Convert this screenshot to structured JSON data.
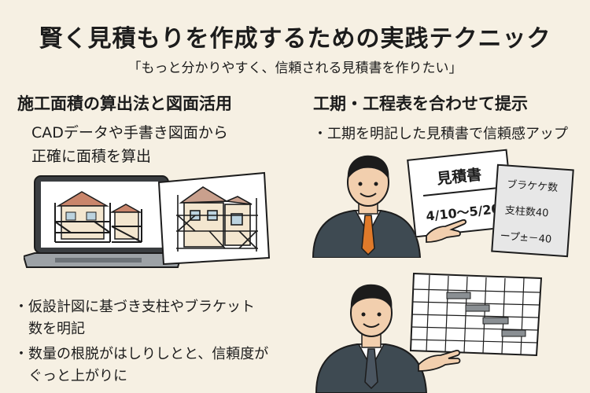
{
  "header": {
    "title": "賢く見積もりを作成するための実践テクニック",
    "subtitle": "「もっと分かりやすく、信頼される見積書を作りたい」"
  },
  "left_section": {
    "heading": "施工面積の算出法と図面活用",
    "desc_line1": "CADデータや手書き図面から",
    "desc_line2": "正確に面積を算出",
    "bullets": [
      {
        "line1": "・仮設計図に基づき支柱やブラケット",
        "line2": "数を明記"
      },
      {
        "line1": "・数量の根脱がはしりしとと、信頼度が",
        "line2": "ぐっと上がりに"
      }
    ]
  },
  "right_section": {
    "heading": "工期・工程表を合わせて提示",
    "bullet": "・工期を明記した見積書で信頼感アップ",
    "estimate_card": {
      "title": "見積書",
      "period": "4/10～5/20"
    },
    "detail_card": {
      "line1": "ブラケケ数",
      "line2": "支柱数40",
      "line3": "ープ±－40"
    }
  },
  "colors": {
    "background": "#f6f0e3",
    "text": "#1c1c1c",
    "roof": "#c9856b",
    "house_wall": "#f3e6cf",
    "suit": "#3e4a52",
    "tie_orange": "#e07a2a",
    "gantt_bar": "#8a8f93"
  }
}
